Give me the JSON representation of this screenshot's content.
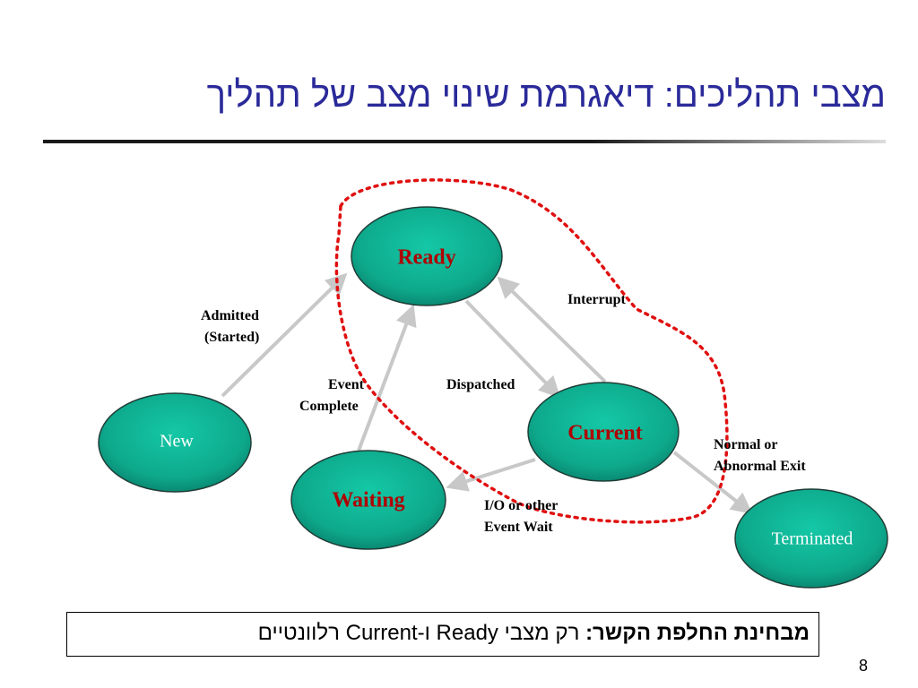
{
  "title": "מצבי תהליכים: דיאגרמת שינוי מצב של תהליך",
  "states": {
    "ready": "Ready",
    "current": "Current",
    "new": "New",
    "waiting": "Waiting",
    "terminated": "Terminated"
  },
  "transitions": {
    "admitted_line1": "Admitted",
    "admitted_line2": "(Started)",
    "interrupt": "Interrupt",
    "event_complete_line1": "Event",
    "event_complete_line2": "Complete",
    "dispatched": "Dispatched",
    "normal_exit_line1": "Normal or",
    "normal_exit_line2": "Abnormal Exit",
    "io_wait_line1": "I/O or other",
    "io_wait_line2": "Event Wait"
  },
  "note": {
    "bold_part": "מבחינת החלפת הקשר:",
    "rest": " רק מצבי Ready ו-Current רלוונטיים"
  },
  "page_number": "8",
  "colors": {
    "title": "#2a2a9a",
    "node_fill": "#12b899",
    "node_fill_dark": "#077563",
    "node_stroke": "#1f3d36",
    "highlight_label": "#b00000",
    "arrow": "#c8c8c8",
    "dotted_outline": "#e01010"
  }
}
